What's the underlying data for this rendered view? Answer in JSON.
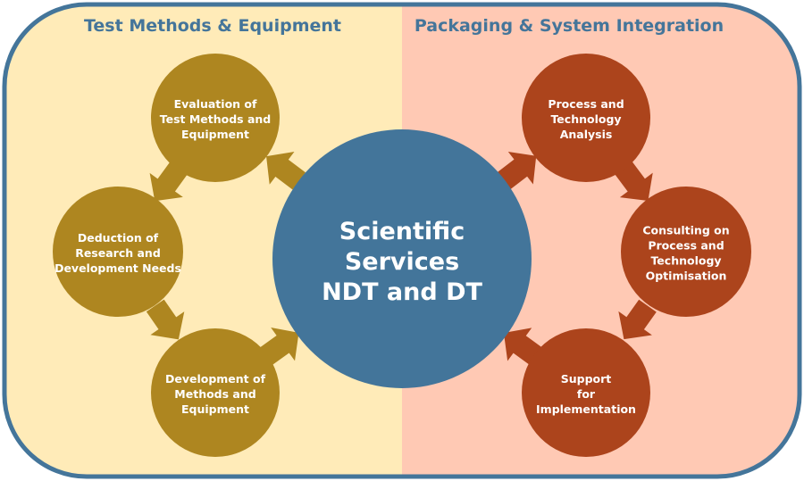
{
  "colors": {
    "border": "#44759A",
    "left_bg": "#FFEBB8",
    "right_bg": "#FFC9B4",
    "left_node": "#AE8620",
    "right_node": "#AC441C",
    "center_node": "#43759A",
    "heading_text": "#44759A",
    "node_text": "#FFFFFF"
  },
  "left_panel": {
    "heading": "Test Methods & Equipment",
    "nodes": [
      {
        "lines": [
          "Evaluation of",
          "Test Methods and",
          "Equipment"
        ]
      },
      {
        "lines": [
          "Deduction of",
          "Research and",
          "Development Needs"
        ]
      },
      {
        "lines": [
          "Development of",
          "Methods and",
          "Equipment"
        ]
      }
    ]
  },
  "right_panel": {
    "heading": "Packaging & System Integration",
    "nodes": [
      {
        "lines": [
          "Process and",
          "Technology",
          "Analysis"
        ]
      },
      {
        "lines": [
          "Consulting on",
          "Process and",
          "Technology",
          "Optimisation"
        ]
      },
      {
        "lines": [
          "Support",
          "for",
          "Implementation"
        ]
      }
    ]
  },
  "center": {
    "lines": [
      "Scientific",
      "Services",
      "NDT and DT"
    ]
  },
  "arrows": [
    {
      "from": "left_panel.nodes.0",
      "to": "left_panel.nodes.1"
    },
    {
      "from": "left_panel.nodes.1",
      "to": "left_panel.nodes.2"
    },
    {
      "from": "left_panel.nodes.2",
      "to": "center"
    },
    {
      "from": "center",
      "to": "left_panel.nodes.0"
    },
    {
      "from": "center",
      "to": "right_panel.nodes.0"
    },
    {
      "from": "right_panel.nodes.0",
      "to": "right_panel.nodes.1"
    },
    {
      "from": "right_panel.nodes.1",
      "to": "right_panel.nodes.2"
    },
    {
      "from": "right_panel.nodes.2",
      "to": "center"
    }
  ]
}
